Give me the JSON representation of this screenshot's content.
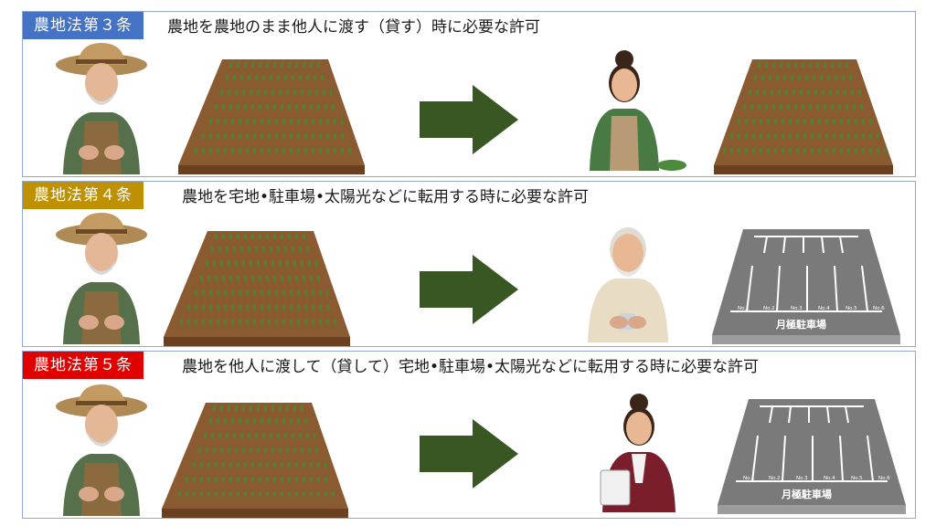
{
  "rows": [
    {
      "badge": "農地法第３条",
      "badge_color": "#4472c4",
      "caption": "農地を農地のまま他人に渡す（貸す）時に必要な許可",
      "from": [
        "elderly-farmer",
        "farmland"
      ],
      "to": [
        "young-woman-farmer",
        "farmland"
      ]
    },
    {
      "badge": "農地法第４条",
      "badge_color": "#bf9000",
      "caption": "農地を宅地•駐車場•太陽光などに転用する時に必要な許可",
      "from": [
        "elderly-farmer",
        "farmland"
      ],
      "to": [
        "elderly-man-smiling",
        "parking-lot"
      ]
    },
    {
      "badge": "農地法第５条",
      "badge_color": "#e00000",
      "caption": "農地を他人に渡して（貸して）宅地•駐車場•太陽光などに転用する時に必要な許可",
      "from": [
        "elderly-farmer",
        "farmland"
      ],
      "to": [
        "businesswoman",
        "parking-lot"
      ]
    }
  ],
  "arrow_color": "#385723",
  "parking_sign": "月極駐車場",
  "space_labels": [
    "No.1",
    "No.2",
    "No.3",
    "No.4",
    "No.5",
    "No.6"
  ]
}
